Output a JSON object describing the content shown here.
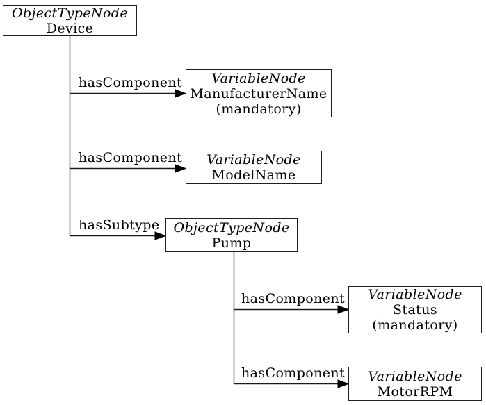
{
  "diagram": {
    "colors": {
      "background": "#ffffff",
      "line": "#1a1a1a",
      "box_border": "#1f1f1f",
      "text": "#000000"
    },
    "nodes": {
      "device": {
        "type": "ObjectTypeNode",
        "name": "Device"
      },
      "manufacturer_name": {
        "type": "VariableNode",
        "name": "ManufacturerName",
        "modifier": "(mandatory)"
      },
      "model_name": {
        "type": "VariableNode",
        "name": "ModelName"
      },
      "pump": {
        "type": "ObjectTypeNode",
        "name": "Pump"
      },
      "status": {
        "type": "VariableNode",
        "name": "Status",
        "modifier": "(mandatory)"
      },
      "motor_rpm": {
        "type": "VariableNode",
        "name": "MotorRPM"
      }
    },
    "edges": {
      "device_manufacturer_name": {
        "from": "Device",
        "to": "ManufacturerName",
        "label": "hasComponent"
      },
      "device_model_name": {
        "from": "Device",
        "to": "ModelName",
        "label": "hasComponent"
      },
      "device_pump": {
        "from": "Device",
        "to": "Pump",
        "label": "hasSubtype"
      },
      "pump_status": {
        "from": "Pump",
        "to": "Status",
        "label": "hasComponent"
      },
      "pump_motor_rpm": {
        "from": "Pump",
        "to": "MotorRPM",
        "label": "hasComponent"
      }
    }
  }
}
